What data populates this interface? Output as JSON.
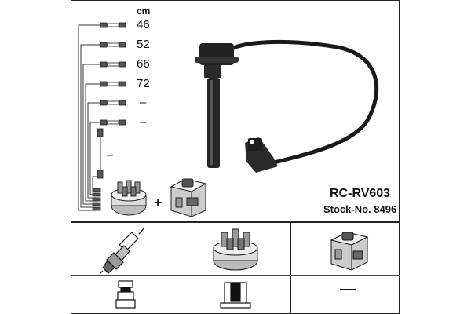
{
  "header": {
    "unit": "cm",
    "lengths": [
      "46",
      "52",
      "66",
      "72",
      "–",
      "–"
    ]
  },
  "product": {
    "model": "RC-RV603",
    "stock": "Stock-No. 8496",
    "plus_sign": "+"
  },
  "icons": {
    "cable": "ignition-cable-icon",
    "cap": "distributor-cap-icon",
    "coil": "ignition-coil-icon",
    "plug": "spark-plug-icon",
    "plug_conn": "plug-connector-icon",
    "cap_conn": "cap-connector-icon"
  }
}
